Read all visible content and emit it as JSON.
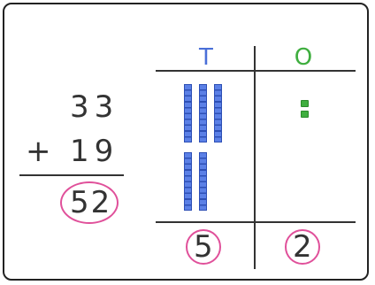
{
  "column_method": {
    "row1": "33",
    "row2_operator": "+",
    "row2": "19",
    "answer": "52"
  },
  "place_value_chart": {
    "tens_header": "T",
    "ones_header": "O",
    "tens_count": 5,
    "ones_count": 2,
    "tens_result": "5",
    "ones_result": "2"
  },
  "colors": {
    "tens_header": "#4a6fd8",
    "ones_header": "#3fae3f",
    "tens_blocks": "#4a6fd8",
    "ones_blocks": "#3fae3f",
    "circle_highlight": "#e0509a"
  }
}
